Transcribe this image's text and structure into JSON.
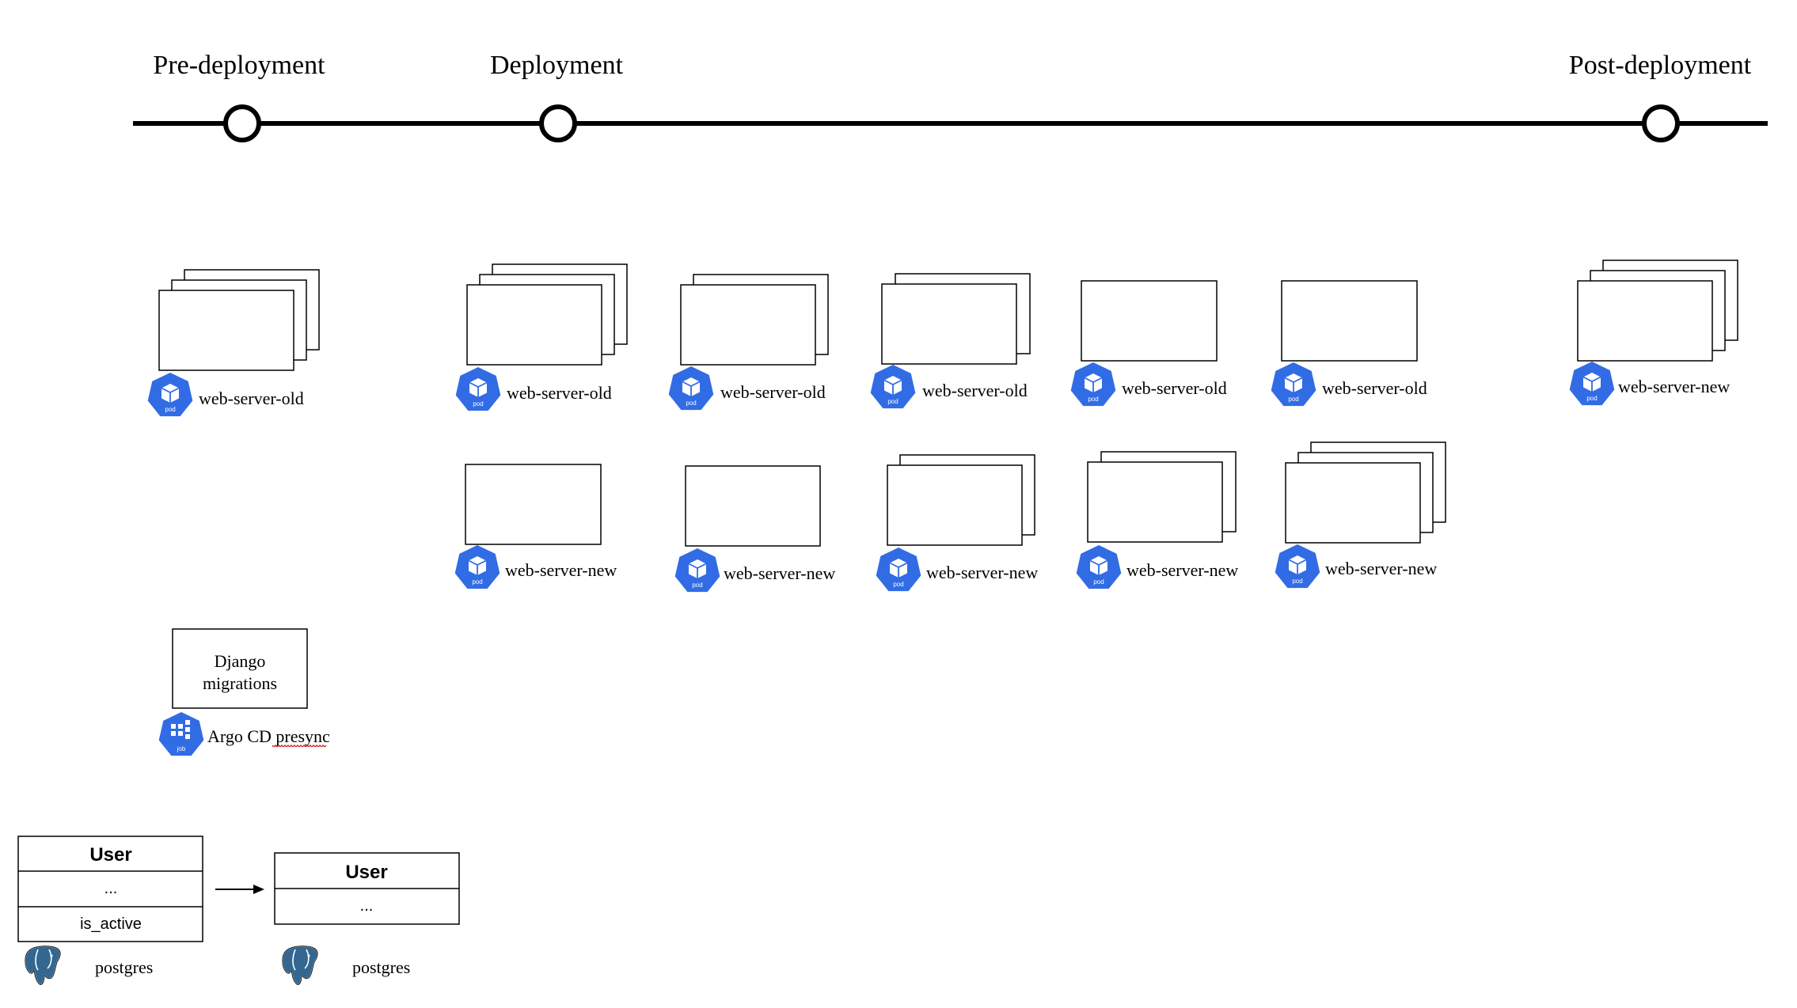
{
  "timeline": {
    "phases": [
      {
        "label": "Pre-deployment"
      },
      {
        "label": "Deployment"
      },
      {
        "label": "Post-deployment"
      }
    ]
  },
  "pods": {
    "pre_old": {
      "label": "web-server-old",
      "icon": "pod-icon",
      "icon_text": "pod"
    },
    "dep_old_1": {
      "label": "web-server-old",
      "icon": "pod-icon",
      "icon_text": "pod"
    },
    "dep_old_2": {
      "label": "web-server-old",
      "icon": "pod-icon",
      "icon_text": "pod"
    },
    "dep_old_3": {
      "label": "web-server-old",
      "icon": "pod-icon",
      "icon_text": "pod"
    },
    "dep_old_4": {
      "label": "web-server-old",
      "icon": "pod-icon",
      "icon_text": "pod"
    },
    "dep_old_5": {
      "label": "web-server-old",
      "icon": "pod-icon",
      "icon_text": "pod"
    },
    "dep_new_1": {
      "label": "web-server-new",
      "icon": "pod-icon",
      "icon_text": "pod"
    },
    "dep_new_2": {
      "label": "web-server-new",
      "icon": "pod-icon",
      "icon_text": "pod"
    },
    "dep_new_3": {
      "label": "web-server-new",
      "icon": "pod-icon",
      "icon_text": "pod"
    },
    "dep_new_4": {
      "label": "web-server-new",
      "icon": "pod-icon",
      "icon_text": "pod"
    },
    "dep_new_5": {
      "label": "web-server-new",
      "icon": "pod-icon",
      "icon_text": "pod"
    },
    "post_new": {
      "label": "web-server-new",
      "icon": "pod-icon",
      "icon_text": "pod"
    }
  },
  "job": {
    "box_line1": "Django",
    "box_line2": "migrations",
    "label": "Argo CD presync",
    "icon": "job-icon",
    "icon_text": "job"
  },
  "tables": {
    "before": {
      "name": "User",
      "rows": [
        "...",
        "is_active"
      ],
      "db_label": "postgres",
      "db_icon": "postgres-elephant-icon"
    },
    "after": {
      "name": "User",
      "rows": [
        "..."
      ],
      "db_label": "postgres",
      "db_icon": "postgres-elephant-icon"
    }
  },
  "colors": {
    "k8s_blue": "#326CE5",
    "line": "#000000",
    "postgres_blue": "#336791"
  }
}
